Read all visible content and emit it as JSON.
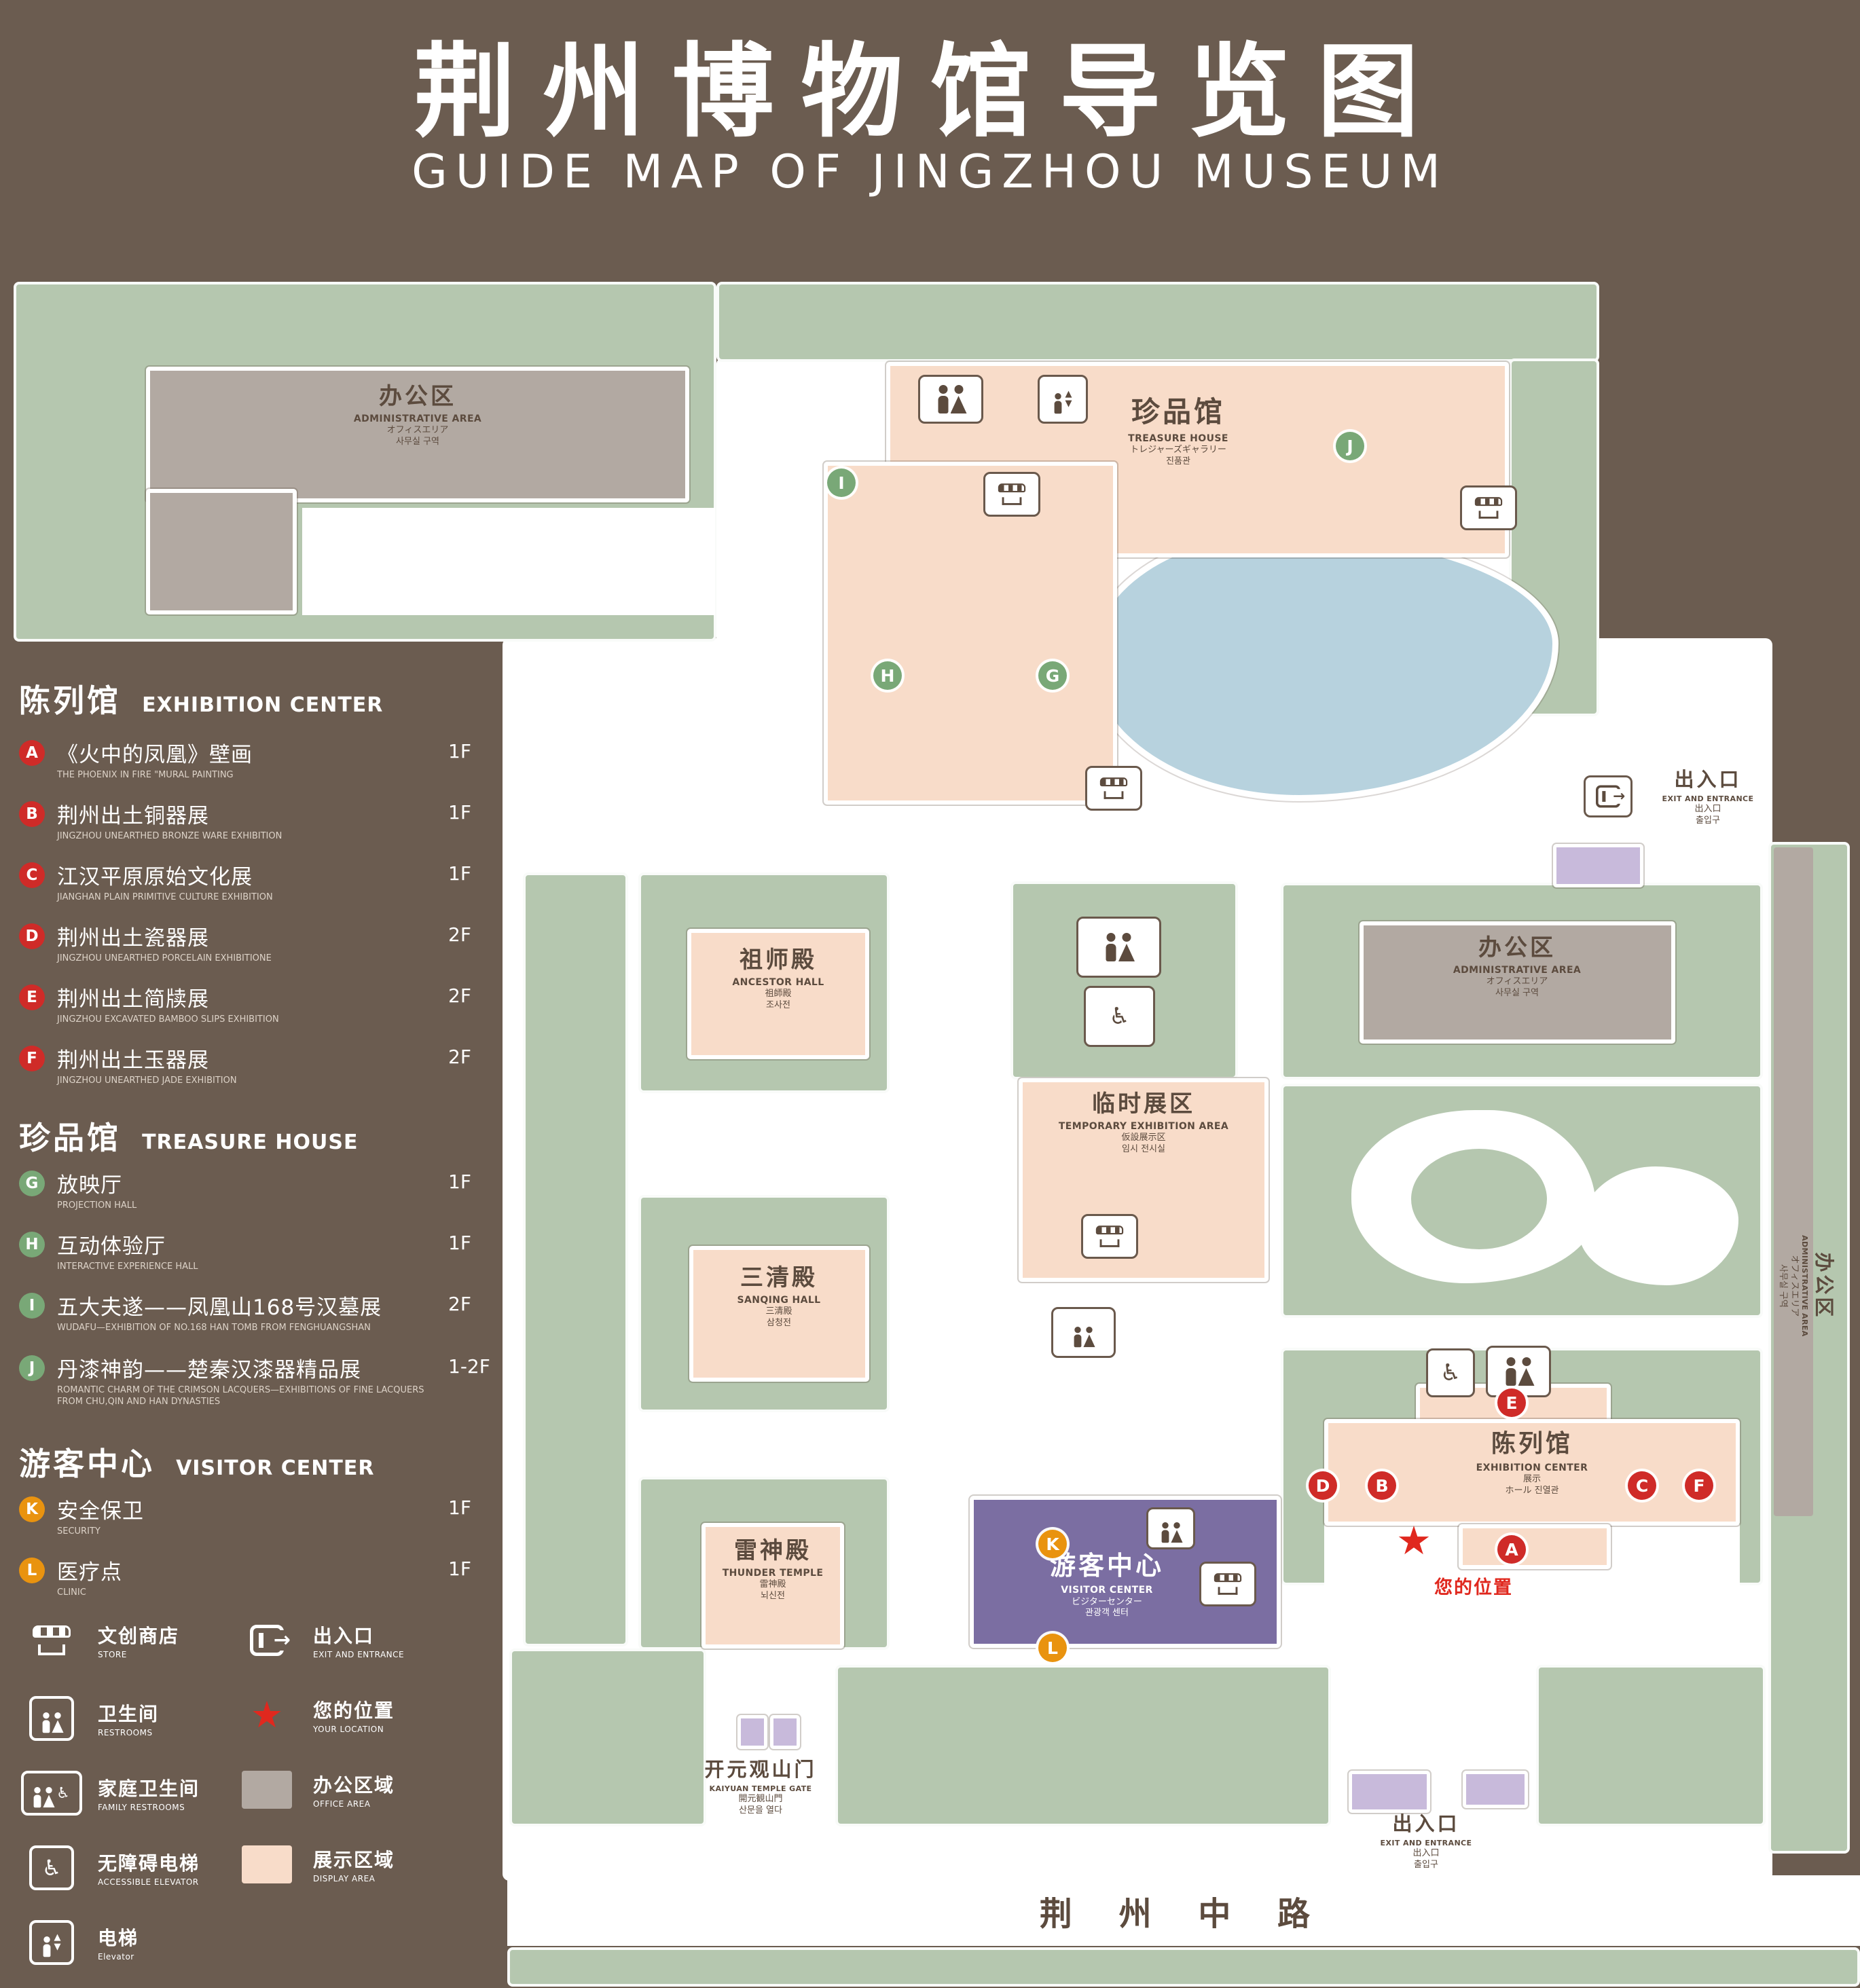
{
  "title": {
    "zh": "荆州博物馆导览图",
    "en": "GUIDE MAP OF JINGZHOU MUSEUM"
  },
  "sidebar": {
    "sections": [
      {
        "zh": "陈列馆",
        "en": "EXHIBITION CENTER",
        "items": [
          {
            "letter": "A",
            "zh": "《火中的凤凰》壁画",
            "en": "THE PHOENIX IN FIRE \"MURAL PAINTING",
            "floor": "1F"
          },
          {
            "letter": "B",
            "zh": "荆州出土铜器展",
            "en": "JINGZHOU UNEARTHED BRONZE WARE EXHIBITION",
            "floor": "1F"
          },
          {
            "letter": "C",
            "zh": "江汉平原原始文化展",
            "en": "JIANGHAN PLAIN PRIMITIVE CULTURE EXHIBITION",
            "floor": "1F"
          },
          {
            "letter": "D",
            "zh": "荆州出土瓷器展",
            "en": "JINGZHOU UNEARTHED PORCELAIN EXHIBITIONE",
            "floor": "2F"
          },
          {
            "letter": "E",
            "zh": "荆州出土简牍展",
            "en": "JINGZHOU EXCAVATED BAMBOO SLIPS EXHIBITION",
            "floor": "2F"
          },
          {
            "letter": "F",
            "zh": "荆州出土玉器展",
            "en": "JINGZHOU UNEARTHED JADE EXHIBITION",
            "floor": "2F"
          }
        ]
      },
      {
        "zh": "珍品馆",
        "en": "TREASURE HOUSE",
        "items": [
          {
            "letter": "G",
            "zh": "放映厅",
            "en": "PROJECTION HALL",
            "floor": "1F"
          },
          {
            "letter": "H",
            "zh": "互动体验厅",
            "en": "INTERACTIVE EXPERIENCE HALL",
            "floor": "1F"
          },
          {
            "letter": "I",
            "zh": "五大夫遂——凤凰山168号汉墓展",
            "en": "WUDAFU—EXHIBITION OF NO.168 HAN TOMB FROM FENGHUANGSHAN",
            "floor": "2F"
          },
          {
            "letter": "J",
            "zh": "丹漆神韵——楚秦汉漆器精品展",
            "en": "ROMANTIC CHARM OF THE CRIMSON LACQUERS—EXHIBITIONS OF FINE LACQUERS FROM CHU,QIN AND HAN DYNASTIES",
            "floor": "1-2F"
          }
        ]
      },
      {
        "zh": "游客中心",
        "en": "VISITOR CENTER",
        "items": [
          {
            "letter": "K",
            "zh": "安全保卫",
            "en": "SECURITY",
            "floor": "1F"
          },
          {
            "letter": "L",
            "zh": "医疗点",
            "en": "CLINIC",
            "floor": "1F"
          }
        ]
      }
    ],
    "legend": [
      {
        "zh": "文创商店",
        "en": "STORE"
      },
      {
        "zh": "出入口",
        "en": "EXIT AND ENTRANCE"
      },
      {
        "zh": "卫生间",
        "en": "RESTROOMS"
      },
      {
        "zh": "您的位置",
        "en": "YOUR LOCATION"
      },
      {
        "zh": "家庭卫生间",
        "en": "FAMILY RESTROOMS"
      },
      {
        "zh": "办公区域",
        "en": "OFFICE AREA"
      },
      {
        "zh": "无障碍电梯",
        "en": "ACCESSIBLE ELEVATOR"
      },
      {
        "zh": "展示区域",
        "en": "DISPLAY AREA"
      },
      {
        "zh": "电梯",
        "en": "Elevator"
      }
    ]
  },
  "map": {
    "admin_top": {
      "zh": "办公区",
      "en": "ADMINISTRATIVE AREA",
      "ja": "オフィスエリア",
      "ko": "사무실 구역"
    },
    "treasure": {
      "zh": "珍品馆",
      "en": "TREASURE HOUSE",
      "ja": "トレジャーズギャラリー",
      "ko": "진품관"
    },
    "exit_east": {
      "zh": "出入口",
      "en": "EXIT AND ENTRANCE",
      "ja": "出入口",
      "ko": "출입구"
    },
    "admin_right": {
      "zh": "办公区",
      "en": "ADMINISTRATIVE AREA",
      "ja": "オフィスエリア",
      "ko": "사무실 구역"
    },
    "admin_side": {
      "zh": "办公区",
      "en": "ADMINISTRATIVE AREA",
      "ja": "オフィスエリア",
      "ko": "사무실 구역"
    },
    "ancestor": {
      "zh": "祖师殿",
      "en": "ANCESTOR HALL",
      "ja": "祖師殿",
      "ko": "조사전"
    },
    "temporary": {
      "zh": "临时展区",
      "en": "TEMPORARY EXHIBITION AREA",
      "ja": "仮設展示区",
      "ko": "임시 전시실"
    },
    "sanqing": {
      "zh": "三清殿",
      "en": "SANQING HALL",
      "ja": "三清殿",
      "ko": "삼청전"
    },
    "thunder": {
      "zh": "雷神殿",
      "en": "THUNDER TEMPLE",
      "ja": "雷神殿",
      "ko": "뇌신전"
    },
    "visitor": {
      "zh": "游客中心",
      "en": "VISITOR CENTER",
      "ja": "ビジターセンター",
      "ko": "관광객 센터"
    },
    "exhibition": {
      "zh": "陈列馆",
      "en": "EXHIBITION CENTER",
      "ja": "展示",
      "ko": "ホール 진열관"
    },
    "gate": {
      "zh": "开元观山门",
      "en": "KAIYUAN TEMPLE GATE",
      "ja": "開元観山門",
      "ko": "산문을 열다"
    },
    "exit_south": {
      "zh": "出入口",
      "en": "EXIT AND ENTRANCE",
      "ja": "出入口",
      "ko": "출입구"
    },
    "your_location": "您的位置",
    "road": "荆 州 中 路",
    "markers": [
      {
        "letter": "A"
      },
      {
        "letter": "B"
      },
      {
        "letter": "C"
      },
      {
        "letter": "D"
      },
      {
        "letter": "E"
      },
      {
        "letter": "F"
      },
      {
        "letter": "G"
      },
      {
        "letter": "H"
      },
      {
        "letter": "I"
      },
      {
        "letter": "J"
      },
      {
        "letter": "K"
      },
      {
        "letter": "L"
      }
    ]
  },
  "colors": {
    "background": "#6b5c50",
    "grounds_green": "#b5c7af",
    "display_pink": "#f8dcc9",
    "office_gray": "#b2a9a2",
    "pond_blue": "#b7d2de",
    "visitor_purple": "#7b6ea2",
    "entrance_lavender": "#c8badb",
    "marker_red": "#cf2b28",
    "marker_green": "#79a877",
    "marker_orange": "#e9930f",
    "location_red": "#e0281e",
    "path_white": "#ffffff"
  }
}
